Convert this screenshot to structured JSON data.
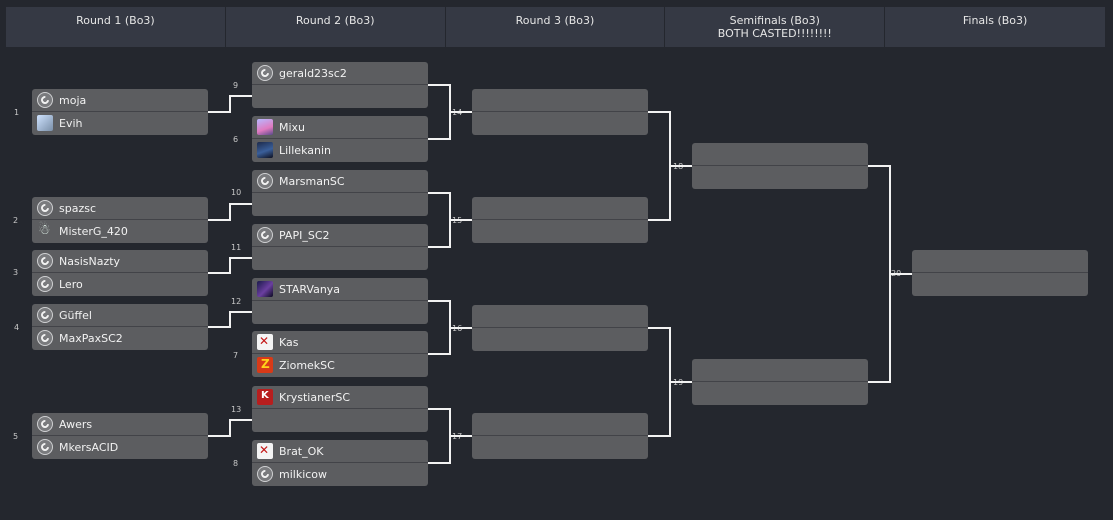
{
  "headers": [
    {
      "label": "Round 1 (Bo3)",
      "sub": ""
    },
    {
      "label": "Round 2 (Bo3)",
      "sub": ""
    },
    {
      "label": "Round 3 (Bo3)",
      "sub": ""
    },
    {
      "label": "Semifinals (Bo3)",
      "sub": "BOTH CASTED!!!!!!!!"
    },
    {
      "label": "Finals (Bo3)",
      "sub": ""
    }
  ],
  "matches": [
    {
      "num": "1",
      "top": {
        "name": "moja",
        "icon": "sc2-logo-icon"
      },
      "bottom": {
        "name": "Evih",
        "icon": "avatar-icon"
      }
    },
    {
      "num": "2",
      "top": {
        "name": "spazsc",
        "icon": "sc2-logo-icon"
      },
      "bottom": {
        "name": "MisterG_420",
        "icon": "snowman-icon"
      }
    },
    {
      "num": "3",
      "top": {
        "name": "NasisNazty",
        "icon": "sc2-logo-icon"
      },
      "bottom": {
        "name": "Lero",
        "icon": "sc2-logo-icon"
      }
    },
    {
      "num": "4",
      "top": {
        "name": "Güffel",
        "icon": "sc2-logo-icon"
      },
      "bottom": {
        "name": "MaxPaxSC2",
        "icon": "sc2-logo-icon"
      }
    },
    {
      "num": "5",
      "top": {
        "name": "Awers",
        "icon": "sc2-logo-icon"
      },
      "bottom": {
        "name": "MkersACID",
        "icon": "sc2-logo-icon"
      }
    },
    {
      "num": "6",
      "top": {
        "name": "Mixu",
        "icon": "avatar-icon"
      },
      "bottom": {
        "name": "Lillekanin",
        "icon": "avatar-icon"
      }
    },
    {
      "num": "7",
      "top": {
        "name": "Kas",
        "icon": "avatar-icon"
      },
      "bottom": {
        "name": "ZiomekSC",
        "icon": "avatar-icon"
      }
    },
    {
      "num": "8",
      "top": {
        "name": "Brat_OK",
        "icon": "avatar-icon"
      },
      "bottom": {
        "name": "milkicow",
        "icon": "sc2-logo-icon"
      }
    },
    {
      "num": "9",
      "top": {
        "name": "gerald23sc2",
        "icon": "sc2-logo-icon"
      },
      "bottom": {
        "name": "",
        "icon": ""
      }
    },
    {
      "num": "10",
      "top": {
        "name": "MarsmanSC",
        "icon": "sc2-logo-icon"
      },
      "bottom": {
        "name": "",
        "icon": ""
      }
    },
    {
      "num": "11",
      "top": {
        "name": "PAPI_SC2",
        "icon": "sc2-logo-icon"
      },
      "bottom": {
        "name": "",
        "icon": ""
      }
    },
    {
      "num": "12",
      "top": {
        "name": "STARVanya",
        "icon": "avatar-icon"
      },
      "bottom": {
        "name": "",
        "icon": ""
      }
    },
    {
      "num": "13",
      "top": {
        "name": "KrystianerSC",
        "icon": "avatar-icon"
      },
      "bottom": {
        "name": "",
        "icon": ""
      }
    },
    {
      "num": "14",
      "top": {
        "name": "",
        "icon": ""
      },
      "bottom": {
        "name": "",
        "icon": ""
      }
    },
    {
      "num": "15",
      "top": {
        "name": "",
        "icon": ""
      },
      "bottom": {
        "name": "",
        "icon": ""
      }
    },
    {
      "num": "16",
      "top": {
        "name": "",
        "icon": ""
      },
      "bottom": {
        "name": "",
        "icon": ""
      }
    },
    {
      "num": "17",
      "top": {
        "name": "",
        "icon": ""
      },
      "bottom": {
        "name": "",
        "icon": ""
      }
    },
    {
      "num": "18",
      "top": {
        "name": "",
        "icon": ""
      },
      "bottom": {
        "name": "",
        "icon": ""
      }
    },
    {
      "num": "19",
      "top": {
        "name": "",
        "icon": ""
      },
      "bottom": {
        "name": "",
        "icon": ""
      }
    },
    {
      "num": "20",
      "top": {
        "name": "",
        "icon": ""
      },
      "bottom": {
        "name": "",
        "icon": ""
      }
    }
  ]
}
